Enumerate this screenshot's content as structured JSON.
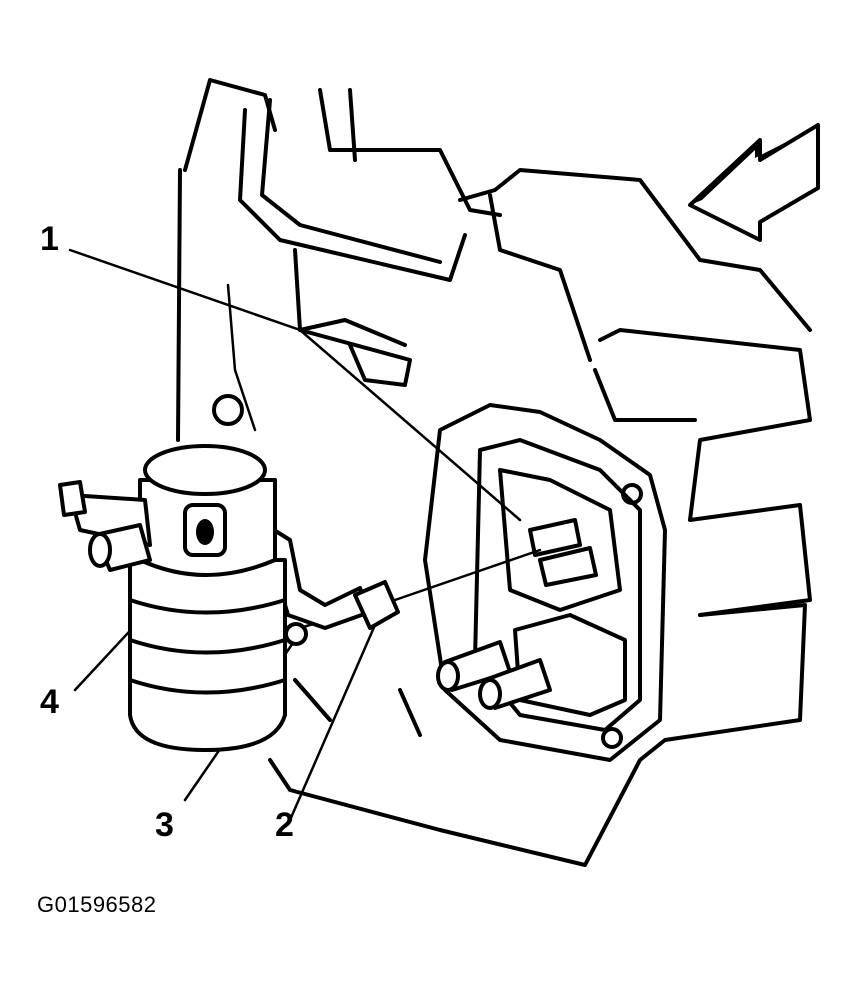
{
  "callouts": {
    "c1": "1",
    "c2": "2",
    "c3": "3",
    "c4": "4"
  },
  "figure_id": "G01596582",
  "colors": {
    "line": "#000000",
    "background": "#ffffff"
  }
}
